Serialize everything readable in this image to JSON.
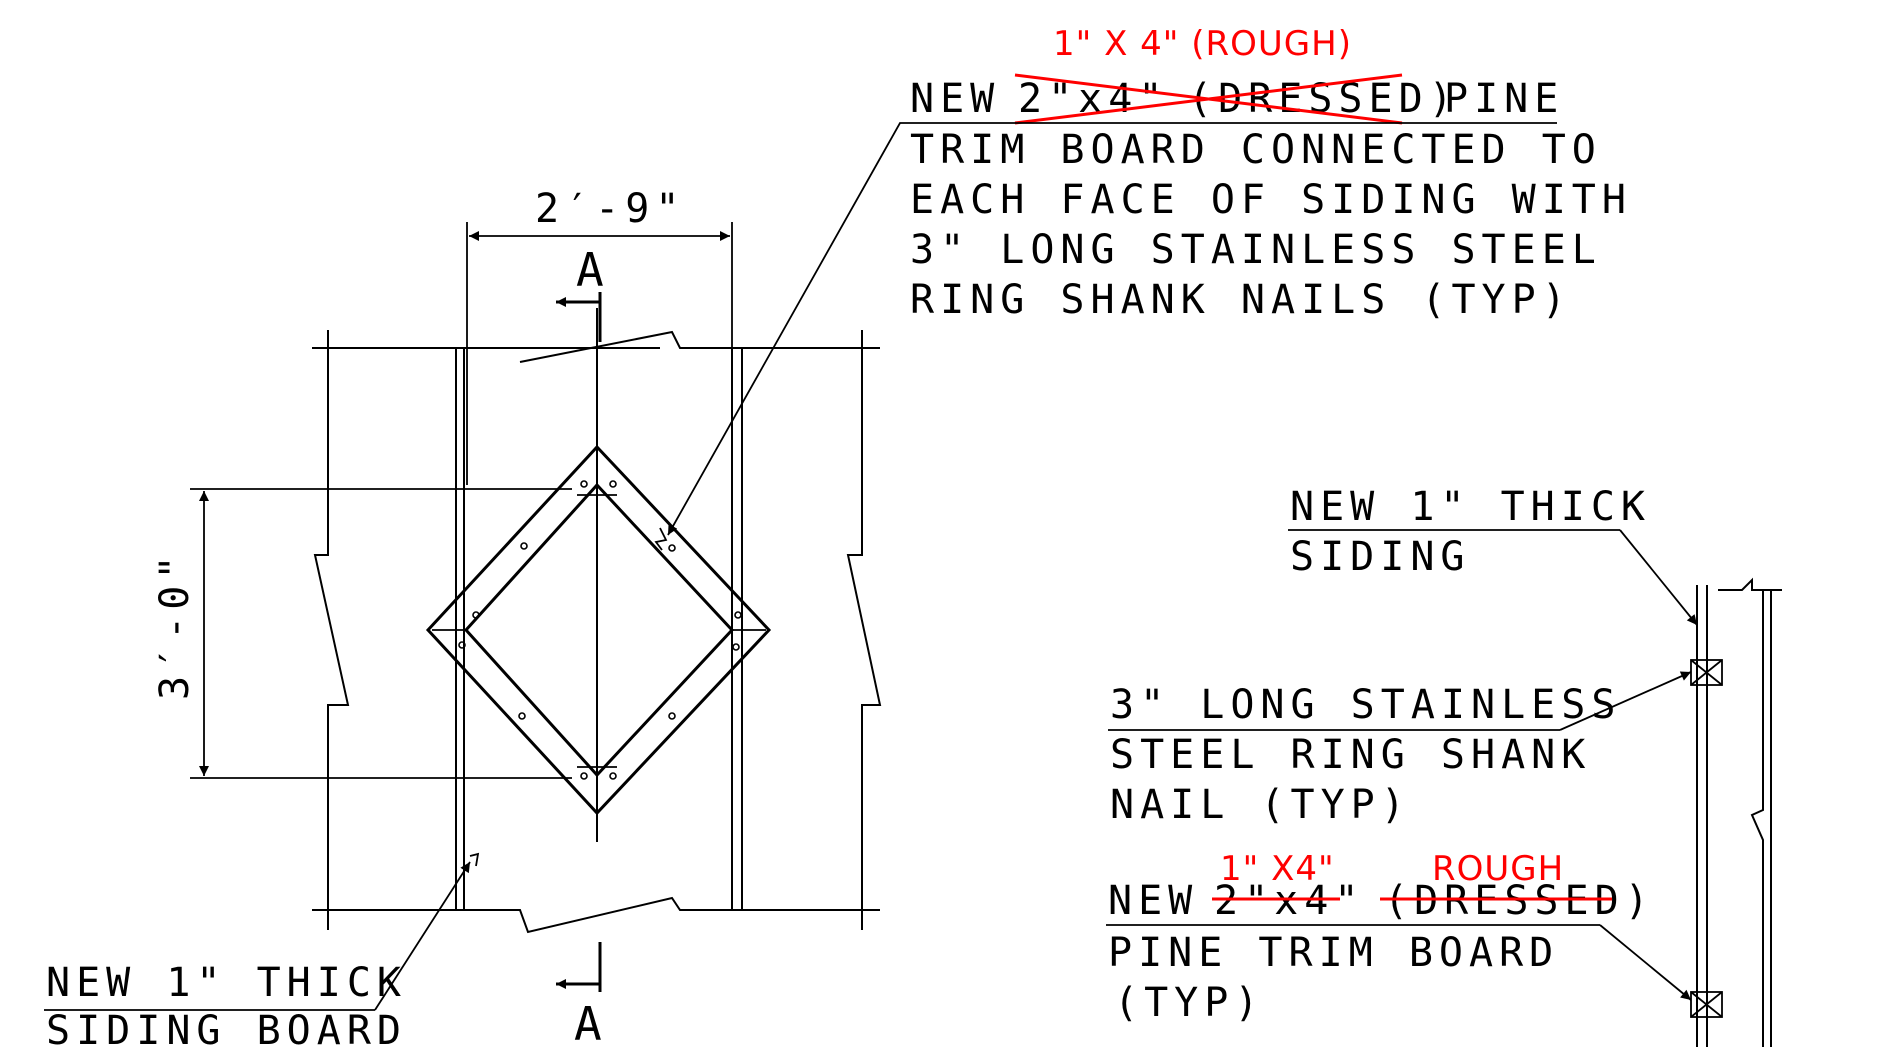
{
  "colors": {
    "ink": "#000000",
    "redline": "#ff0000"
  },
  "dims": {
    "width": "2′-9\"",
    "height": "3′-0\""
  },
  "section_marks": {
    "top": "A",
    "bottom": "A"
  },
  "note_top": {
    "revision": "1\" X  4\" (ROUGH)",
    "line1_prefix": "NEW",
    "line1_struck_size": "2\"x4\"",
    "line1_struck_type": "(DRESSED)",
    "line1_suffix": "PINE",
    "line2": "TRIM BOARD CONNECTED TO",
    "line3": "EACH FACE OF SIDING WITH",
    "line4": "3\" LONG STAINLESS STEEL",
    "line5": "RING SHANK NAILS (TYP)"
  },
  "note_siding_right": {
    "line1": "NEW 1\" THICK",
    "line2": "SIDING"
  },
  "note_nail": {
    "line1": "3\" LONG STAINLESS",
    "line2": "STEEL RING SHANK",
    "line3": "NAIL (TYP)"
  },
  "note_trim": {
    "revision_size": "1\" X4\"",
    "revision_type": "ROUGH",
    "line1_prefix": "NEW",
    "line1_struck_size": "2\"x4\"",
    "line1_struck_type": "(DRESSED)",
    "line2": "PINE TRIM BOARD",
    "line3": "(TYP)"
  },
  "note_siding_left": {
    "line1": "NEW 1\" THICK",
    "line2": "SIDING BOARD"
  }
}
